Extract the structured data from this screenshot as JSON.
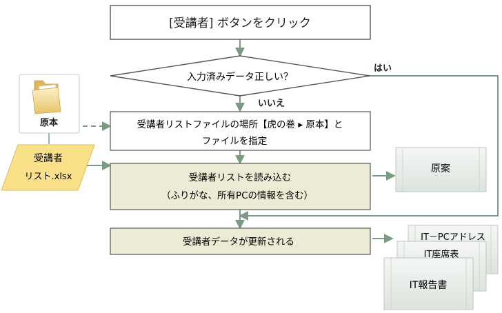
{
  "colors": {
    "line": "#7a9a84",
    "box_border": "#555555",
    "process_fill": "#ecebd6",
    "doc_fill": "#e7ece7",
    "file_fill": "#fbe08a",
    "text": "#333333"
  },
  "nodes": {
    "start": "[受講者] ボタンをクリック",
    "decision": "入力済みデータ正しい？",
    "specify_line1": "受講者リストファイルの場所【虎の巻 ▸ 原本】と",
    "specify_line2": "ファイルを指定",
    "load_line1": "受講者リストを読み込む",
    "load_line2": "（ふりがな、所有PCの情報を含む）",
    "update": "受講者データが更新される",
    "folder_label": "原本",
    "file_line1": "受講者",
    "file_line2": "リスト.xlsx",
    "doc_draft": "原案",
    "doc_pc_address": "IT－PCアドレス",
    "doc_seating": "IT座席表",
    "doc_report": "IT報告書"
  },
  "edges": {
    "yes_label": "はい",
    "no_label": "いいえ"
  },
  "icons": {
    "folder": "folder-icon"
  }
}
